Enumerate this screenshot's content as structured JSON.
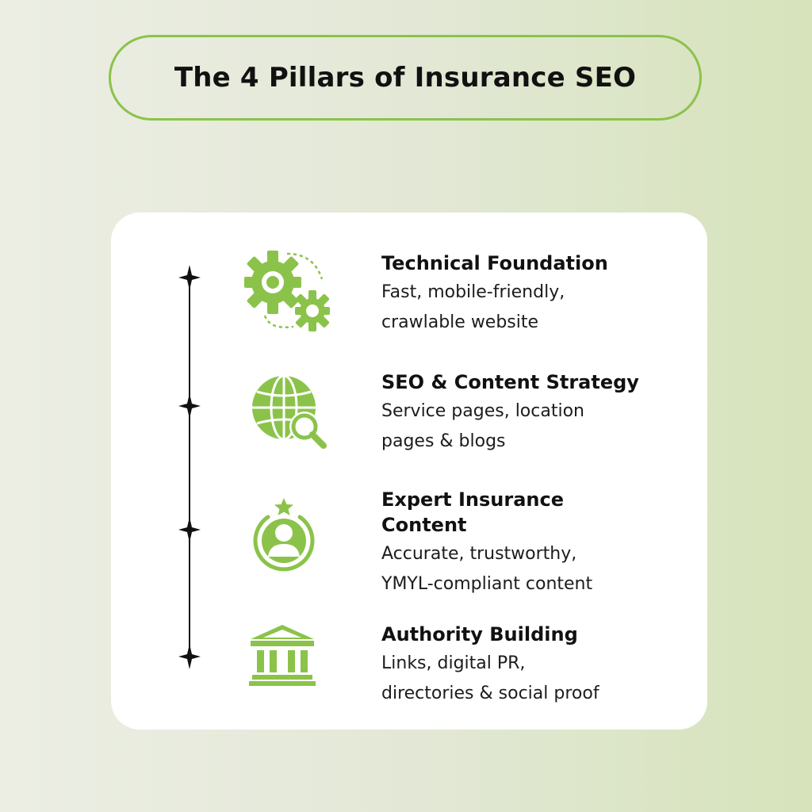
{
  "title": "The 4 Pillars of Insurance SEO",
  "colors": {
    "accent": "#8bc34a",
    "text": "#111111",
    "card": "#ffffff"
  },
  "pillars": [
    {
      "icon": "gears-icon",
      "title": "Technical Foundation",
      "description": "Fast, mobile-friendly,\ncrawlable website"
    },
    {
      "icon": "globe-search-icon",
      "title": "SEO & Content Strategy",
      "description": "Service pages, location\npages & blogs"
    },
    {
      "icon": "expert-user-star-icon",
      "title": "Expert Insurance\nContent",
      "description": "Accurate, trustworthy,\nYMYL-compliant content"
    },
    {
      "icon": "bank-building-icon",
      "title": "Authority Building",
      "description": "Links, digital PR,\ndirectories & social proof"
    }
  ]
}
